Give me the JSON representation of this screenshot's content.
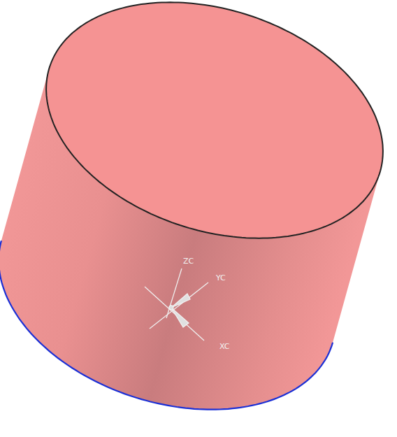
{
  "diagram": {
    "labels": [
      "ZC",
      "YC",
      "XC"
    ]
  }
}
